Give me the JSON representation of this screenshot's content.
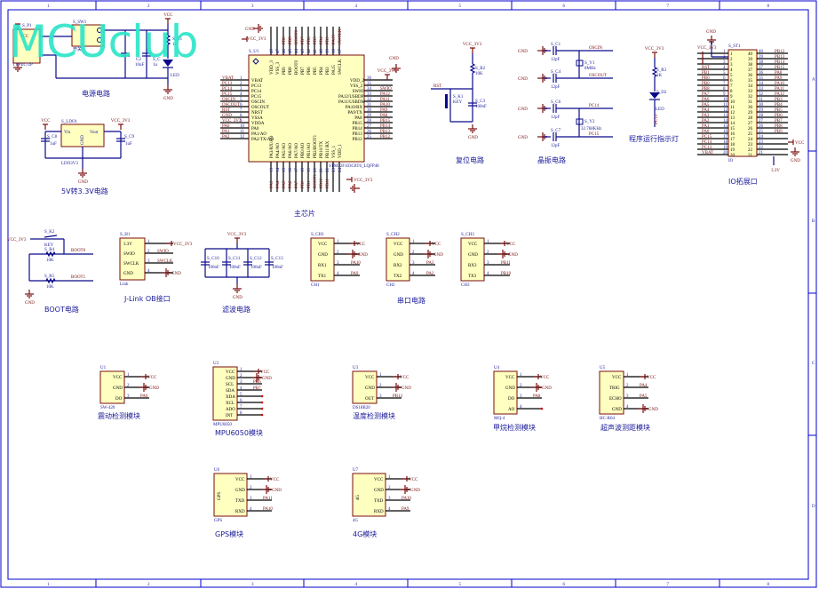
{
  "watermark": "MCUclub",
  "frame": {
    "columns": [
      "1",
      "2",
      "3",
      "4",
      "5",
      "6",
      "7",
      "8"
    ],
    "rows": [
      "A",
      "B",
      "C",
      "D"
    ]
  },
  "blocks": {
    "power": {
      "caption": "电源电路",
      "switch_ref": "S_SW1",
      "switch_name": "开关",
      "port_ref": "S_P1",
      "port_name": "TYPEC-2P",
      "port_pin": "VCC",
      "vcc": "VCC",
      "gnd": "GND",
      "c2": "C2",
      "c2_val": "10uF",
      "c_ref": "S_C",
      "c_val": "1u",
      "r1": "S_R1",
      "r1_val": "1K",
      "led": "LED"
    },
    "ldo": {
      "caption": "5V转3.3V电路",
      "ref": "S_LDO1",
      "name": "LDO3V3",
      "vin": "Vin",
      "vout": "Vout",
      "gnd_pin": "GND",
      "vcc": "VCC",
      "vcc3": "VCC_3V3",
      "c8": "S_C8",
      "c9": "S_C9",
      "cval": "1uF",
      "gnd": "GND"
    },
    "mcu": {
      "caption": "主芯片",
      "ref": "S_U1",
      "part": "STM32F103C8T6_LQFP48",
      "vcc": "VCC_3V3",
      "gnd": "GND",
      "left_pins": [
        {
          "num": "1",
          "name": "VBAT",
          "net": "VBAT"
        },
        {
          "num": "2",
          "name": "PC13",
          "net": "PC13"
        },
        {
          "num": "3",
          "name": "PC14",
          "net": "PC14"
        },
        {
          "num": "4",
          "name": "PC15",
          "net": "PC15"
        },
        {
          "num": "5",
          "name": "OSCIN",
          "net": "OSCIN"
        },
        {
          "num": "6",
          "name": "OSCOUT",
          "net": "OSCOUT"
        },
        {
          "num": "7",
          "name": "NRST",
          "net": "RST"
        },
        {
          "num": "8",
          "name": "VSSA",
          "net": "GND"
        },
        {
          "num": "9",
          "name": "VDDA",
          "net": "VCC_3V3"
        },
        {
          "num": "10",
          "name": "PA0",
          "net": "PA0"
        },
        {
          "num": "11",
          "name": "PA1/AO",
          "net": "PA1"
        },
        {
          "num": "12",
          "name": "PA2/TX/AO",
          "net": "PA2"
        }
      ],
      "right_pins": [
        {
          "num": "36",
          "name": "VDD_2",
          "net": "VCC_3V3"
        },
        {
          "num": "35",
          "name": "VSS_2",
          "net": "GND"
        },
        {
          "num": "34",
          "name": "SWIO",
          "net": "SWIO"
        },
        {
          "num": "33",
          "name": "PA12/USBDP",
          "net": "PA12"
        },
        {
          "num": "32",
          "name": "PA11/USBDM",
          "net": "PA11"
        },
        {
          "num": "31",
          "name": "PA10/RX",
          "net": "PA10"
        },
        {
          "num": "30",
          "name": "PA9/TX",
          "net": "PA9"
        },
        {
          "num": "29",
          "name": "PA8",
          "net": "PA8"
        },
        {
          "num": "28",
          "name": "PB15",
          "net": "PB15"
        },
        {
          "num": "27",
          "name": "PB14",
          "net": "PB14"
        },
        {
          "num": "26",
          "name": "PB13",
          "net": "PB13"
        },
        {
          "num": "25",
          "name": "PB12",
          "net": "PB12"
        }
      ],
      "top_pins": [
        {
          "num": "48",
          "name": "VDD_3",
          "net": "VCC_3V3"
        },
        {
          "num": "47",
          "name": "VSS_3",
          "net": "GND"
        },
        {
          "num": "46",
          "name": "PB9",
          "net": "PB9"
        },
        {
          "num": "45",
          "name": "PB8",
          "net": "PB8"
        },
        {
          "num": "44",
          "name": "BOOT0",
          "net": "BOOT0"
        },
        {
          "num": "43",
          "name": "PB7",
          "net": "PB7"
        },
        {
          "num": "42",
          "name": "PB6",
          "net": "PB6"
        },
        {
          "num": "41",
          "name": "PB5",
          "net": "PB5"
        },
        {
          "num": "40",
          "name": "PB4",
          "net": "PB4"
        },
        {
          "num": "39",
          "name": "PB3",
          "net": "PB3"
        },
        {
          "num": "38",
          "name": "PA15",
          "net": "PA15"
        },
        {
          "num": "37",
          "name": "SWCLK",
          "net": "SWCLK"
        }
      ],
      "bottom_pins": [
        {
          "num": "13",
          "name": "PA3/RX/AO",
          "net": "PA3"
        },
        {
          "num": "14",
          "name": "PA4/AO",
          "net": "PA4"
        },
        {
          "num": "15",
          "name": "PA5/AO",
          "net": "PA5"
        },
        {
          "num": "16",
          "name": "PA6/AO",
          "net": "PA6"
        },
        {
          "num": "17",
          "name": "PA7/AO",
          "net": "PA7"
        },
        {
          "num": "18",
          "name": "PB0/AO",
          "net": "PB0"
        },
        {
          "num": "19",
          "name": "PB1/AO",
          "net": "PB1"
        },
        {
          "num": "20",
          "name": "PB2/BOOT1",
          "net": "BOOT1"
        },
        {
          "num": "21",
          "name": "PB10/TX",
          "net": "PB10"
        },
        {
          "num": "22",
          "name": "PB11/RX",
          "net": "PB11"
        },
        {
          "num": "23",
          "name": "VSS_1",
          "net": "GND"
        },
        {
          "num": "24",
          "name": "VDD_1",
          "net": "VCC_3V3"
        }
      ]
    },
    "reset": {
      "caption": "复位电路",
      "vcc": "VCC_3V3",
      "r": "S_R2",
      "r_val": "10K",
      "key": "S_K1",
      "key_name": "KEY",
      "c": "S_C3",
      "c_val": "100nF",
      "net": "RST",
      "gnd": "GND"
    },
    "crystal": {
      "caption": "晶振电路",
      "gnd": "GND",
      "caps": [
        {
          "ref": "S_C1",
          "val": "12pF"
        },
        {
          "ref": "S_C4",
          "val": "12pF"
        },
        {
          "ref": "S_C6",
          "val": "12pF"
        },
        {
          "ref": "S_C7",
          "val": "12pF"
        }
      ],
      "y1": "S_Y1",
      "y1_val": "8MHz",
      "y2": "S_Y2",
      "y2_val": "32.768KHz",
      "nets": [
        "OSCIN",
        "OSCOUT",
        "PC14",
        "PC15"
      ]
    },
    "led": {
      "caption": "程序运行指示灯",
      "vcc": "VCC_3V3",
      "r": "S_R3",
      "r_val": "1K",
      "d": "S_D2",
      "d_name": "LED",
      "net": "PC13"
    },
    "io": {
      "caption": "IO拓展口",
      "ref": "S_ST1",
      "name": "IO",
      "gnd": "GND",
      "vcc3": "VCC_3V3",
      "vcc": "VCC",
      "v33": "3.3V",
      "left_nets": [
        "",
        "",
        "",
        "RST",
        "PB1",
        "PB0",
        "PB0",
        "PB8",
        "PA7",
        "PA6",
        "PA5",
        "PA4",
        "PA3",
        "PA2",
        "PA1",
        "PA0",
        "PC15",
        "PC14",
        "PC13",
        "VBAT"
      ],
      "right_nets": [
        "PB12",
        "PB13",
        "PB14",
        "PB15",
        "PA8",
        "PA9",
        "PA10",
        "PA11",
        "PA12",
        "PB3",
        "PB4",
        "PB5",
        "PB6",
        "PB7",
        "PB8",
        "PB9",
        "",
        "",
        "",
        ""
      ]
    },
    "boot": {
      "caption": "BOOT电路",
      "vcc": "VCC_3V3",
      "key": "S_K2",
      "key_name": "KEY",
      "r4": "S_R4",
      "r5": "S_R5",
      "r_val": "10K",
      "net0": "BOOT0",
      "net1": "BOOT1",
      "gnd": "GND"
    },
    "jlink": {
      "caption": "J-Link OB接口",
      "ref": "S_H1",
      "name": "Link",
      "pins": [
        {
          "num": "1",
          "name": "3.3V",
          "net": "VCC_3V3"
        },
        {
          "num": "2",
          "name": "SWIO",
          "net": "SWIO"
        },
        {
          "num": "3",
          "name": "SWCLK",
          "net": "SWCLK"
        },
        {
          "num": "4",
          "name": "GND",
          "net": "GND"
        }
      ]
    },
    "filter": {
      "caption": "滤波电路",
      "vcc": "VCC_3V3",
      "gnd": "GND",
      "caps": [
        {
          "ref": "S_C10",
          "val": "100nF"
        },
        {
          "ref": "S_C11",
          "val": "100nF"
        },
        {
          "ref": "S_C12",
          "val": "100nF"
        },
        {
          "ref": "S_C13",
          "val": "100nF"
        }
      ]
    },
    "serial": {
      "caption": "串口电路",
      "ports": [
        {
          "ref": "S_CH1",
          "name": "CH1",
          "pins": [
            {
              "num": "1",
              "name": "VCC",
              "net": "VCC"
            },
            {
              "num": "2",
              "name": "GND",
              "net": "GND"
            },
            {
              "num": "3",
              "name": "RX1",
              "net": "PA10"
            },
            {
              "num": "4",
              "name": "TX1",
              "net": "PA9"
            }
          ]
        },
        {
          "ref": "S_CH2",
          "name": "CH2",
          "pins": [
            {
              "num": "1",
              "name": "VCC",
              "net": "VCC"
            },
            {
              "num": "2",
              "name": "GND",
              "net": "GND"
            },
            {
              "num": "3",
              "name": "RX2",
              "net": "PA3"
            },
            {
              "num": "4",
              "name": "TX2",
              "net": "PA2"
            }
          ]
        },
        {
          "ref": "S_CH3",
          "name": "CH3",
          "pins": [
            {
              "num": "1",
              "name": "VCC",
              "net": "VCC"
            },
            {
              "num": "2",
              "name": "GND",
              "net": "GND"
            },
            {
              "num": "3",
              "name": "RX3",
              "net": "PB11"
            },
            {
              "num": "4",
              "name": "TX3",
              "net": "PB10"
            }
          ]
        }
      ]
    },
    "modules": [
      {
        "key": "vib",
        "caption": "震动检测模块",
        "ref": "U1",
        "part": "SW-420",
        "pins": [
          {
            "num": "1",
            "name": "VCC",
            "net": "VCC"
          },
          {
            "num": "2",
            "name": "GND",
            "net": "GND"
          },
          {
            "num": "3",
            "name": "DO",
            "net": "PA6"
          }
        ]
      },
      {
        "key": "mpu",
        "caption": "MPU6050模块",
        "ref": "U2",
        "part": "MPU6050",
        "pins": [
          {
            "num": "1",
            "name": "VCC",
            "net": "VCC"
          },
          {
            "num": "2",
            "name": "GND",
            "net": "GND"
          },
          {
            "num": "3",
            "name": "SCL",
            "net": "PB6"
          },
          {
            "num": "4",
            "name": "SDA",
            "net": "PB7"
          },
          {
            "num": "5",
            "name": "XDA",
            "net": ""
          },
          {
            "num": "6",
            "name": "XCL",
            "net": ""
          },
          {
            "num": "7",
            "name": "ADO",
            "net": ""
          },
          {
            "num": "8",
            "name": "INT",
            "net": ""
          }
        ]
      },
      {
        "key": "temp",
        "caption": "温度检测模块",
        "ref": "U3",
        "part": "DS18B20",
        "pins": [
          {
            "num": "1",
            "name": "VCC",
            "net": "VCC"
          },
          {
            "num": "2",
            "name": "GND",
            "net": "GND"
          },
          {
            "num": "3",
            "name": "OUT",
            "net": "PB12"
          }
        ]
      },
      {
        "key": "gas",
        "caption": "甲烷检测模块",
        "ref": "U4",
        "part": "MQ-4",
        "pins": [
          {
            "num": "1",
            "name": "VCC",
            "net": "VCC"
          },
          {
            "num": "2",
            "name": "GND",
            "net": "GND"
          },
          {
            "num": "3",
            "name": "DO",
            "net": "PA8"
          },
          {
            "num": "4",
            "name": "AO",
            "net": ""
          }
        ]
      },
      {
        "key": "sonic",
        "caption": "超声波测距模块",
        "ref": "U5",
        "part": "HC-R04",
        "pins": [
          {
            "num": "1",
            "name": "VCC",
            "net": "VCC"
          },
          {
            "num": "2",
            "name": "TRIG",
            "net": "PA4"
          },
          {
            "num": "3",
            "name": "ECHO",
            "net": "PA5"
          },
          {
            "num": "4",
            "name": "GND",
            "net": "GND"
          }
        ]
      },
      {
        "key": "gps",
        "caption": "GPS模块",
        "ref": "U6",
        "part": "GPS",
        "inner": "GPS",
        "pins": [
          {
            "num": "1",
            "name": "VCC",
            "net": "VCC"
          },
          {
            "num": "2",
            "name": "GND",
            "net": "GND"
          },
          {
            "num": "3",
            "name": "TXD",
            "net": "PA11"
          },
          {
            "num": "4",
            "name": "RXD",
            "net": "PA10"
          }
        ]
      },
      {
        "key": "g4",
        "caption": "4G模块",
        "ref": "U7",
        "part": "4G",
        "inner": "4G",
        "pins": [
          {
            "num": "1",
            "name": "VCC",
            "net": "VCC"
          },
          {
            "num": "2",
            "name": "GND",
            "net": "GND"
          },
          {
            "num": "3",
            "name": "TXD",
            "net": "PA10"
          },
          {
            "num": "4",
            "name": "RXD",
            "net": "PA9"
          }
        ]
      }
    ]
  }
}
